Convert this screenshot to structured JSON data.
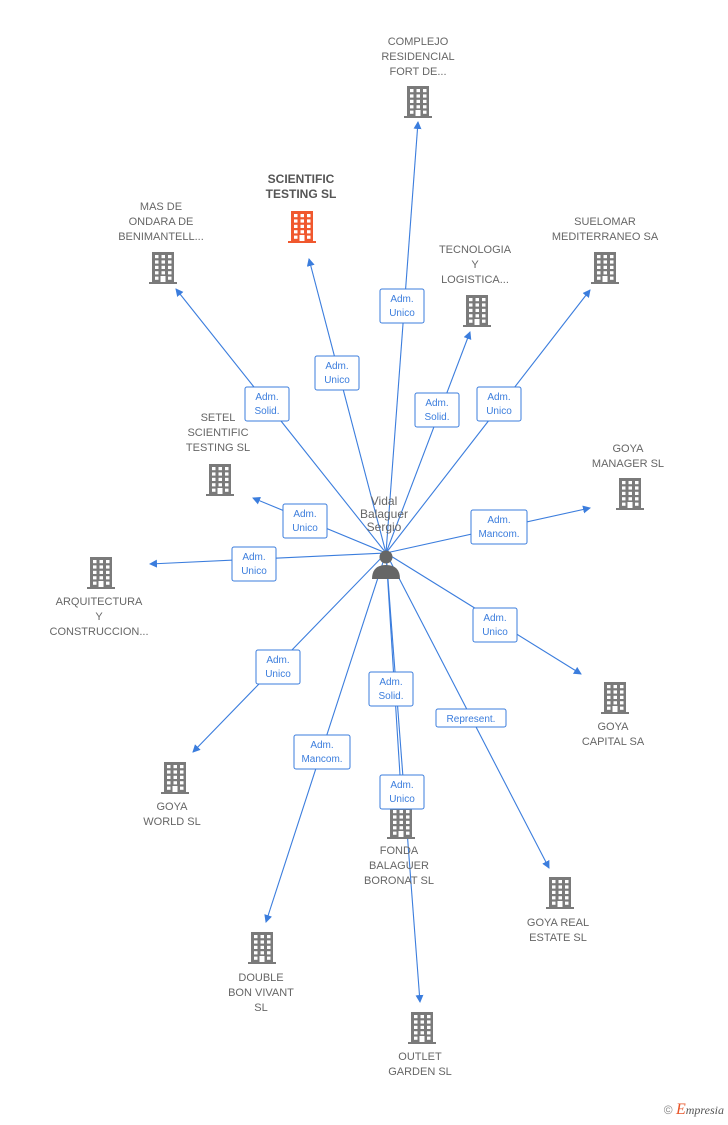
{
  "colors": {
    "edge": "#3b7ddd",
    "building": "#7a7a7a",
    "building_main": "#f0582e",
    "text": "#666666"
  },
  "center": {
    "label_lines": [
      "Vidal",
      "Balaguer",
      "Sergio"
    ],
    "icon": "person-icon"
  },
  "nodes": [
    {
      "id": "complejo",
      "label_lines": [
        "COMPLEJO",
        "RESIDENCIAL",
        "FORT DE..."
      ]
    },
    {
      "id": "scientific",
      "label_lines": [
        "SCIENTIFIC",
        "TESTING  SL"
      ],
      "main": true
    },
    {
      "id": "masdeondara",
      "label_lines": [
        "MAS DE",
        "ONDARA DE",
        "BENIMANTELL..."
      ]
    },
    {
      "id": "tecnologia",
      "label_lines": [
        "TECNOLOGIA",
        "Y",
        "LOGISTICA..."
      ]
    },
    {
      "id": "suelomar",
      "label_lines": [
        "SUELOMAR",
        "MEDITERRANEO SA"
      ]
    },
    {
      "id": "setel",
      "label_lines": [
        "SETEL",
        "SCIENTIFIC",
        "TESTING  SL"
      ]
    },
    {
      "id": "goyamanager",
      "label_lines": [
        "GOYA",
        "MANAGER  SL"
      ]
    },
    {
      "id": "arquitectura",
      "label_lines": [
        "ARQUITECTURA",
        "Y",
        "CONSTRUCCION..."
      ]
    },
    {
      "id": "goyacapital",
      "label_lines": [
        "GOYA",
        "CAPITAL SA"
      ]
    },
    {
      "id": "goyaworld",
      "label_lines": [
        "GOYA",
        "WORLD  SL"
      ]
    },
    {
      "id": "fonda",
      "label_lines": [
        "FONDA",
        "BALAGUER",
        "BORONAT  SL"
      ]
    },
    {
      "id": "goyarealestate",
      "label_lines": [
        "GOYA REAL",
        "ESTATE  SL"
      ]
    },
    {
      "id": "doublebon",
      "label_lines": [
        "DOUBLE",
        "BON VIVANT",
        "SL"
      ]
    },
    {
      "id": "outlet",
      "label_lines": [
        "OUTLET",
        "GARDEN  SL"
      ]
    }
  ],
  "edges": [
    {
      "to": "complejo",
      "badge_lines": [
        "Adm.",
        "Unico"
      ]
    },
    {
      "to": "scientific",
      "badge_lines": [
        "Adm.",
        "Unico"
      ]
    },
    {
      "to": "masdeondara",
      "badge_lines": [
        "Adm.",
        "Solid."
      ]
    },
    {
      "to": "tecnologia",
      "badge_lines": [
        "Adm.",
        "Solid."
      ]
    },
    {
      "to": "suelomar",
      "badge_lines": [
        "Adm.",
        "Unico"
      ]
    },
    {
      "to": "setel",
      "badge_lines": [
        "Adm.",
        "Unico"
      ]
    },
    {
      "to": "goyamanager",
      "badge_lines": [
        "Adm.",
        "Mancom."
      ]
    },
    {
      "to": "arquitectura",
      "badge_lines": [
        "Adm.",
        "Unico"
      ]
    },
    {
      "to": "goyacapital",
      "badge_lines": [
        "Adm.",
        "Unico"
      ]
    },
    {
      "to": "goyaworld",
      "badge_lines": [
        "Adm.",
        "Unico"
      ]
    },
    {
      "to": "fonda",
      "badge_lines": [
        "Adm.",
        "Solid."
      ]
    },
    {
      "to": "goyarealestate",
      "badge_lines": [
        "Represent."
      ]
    },
    {
      "to": "doublebon",
      "badge_lines": [
        "Adm.",
        "Mancom."
      ]
    },
    {
      "to": "outlet",
      "badge_lines": [
        "Adm.",
        "Unico"
      ]
    }
  ],
  "footer": {
    "copyright": "©",
    "brand_first": "E",
    "brand_rest": "mpresia"
  }
}
